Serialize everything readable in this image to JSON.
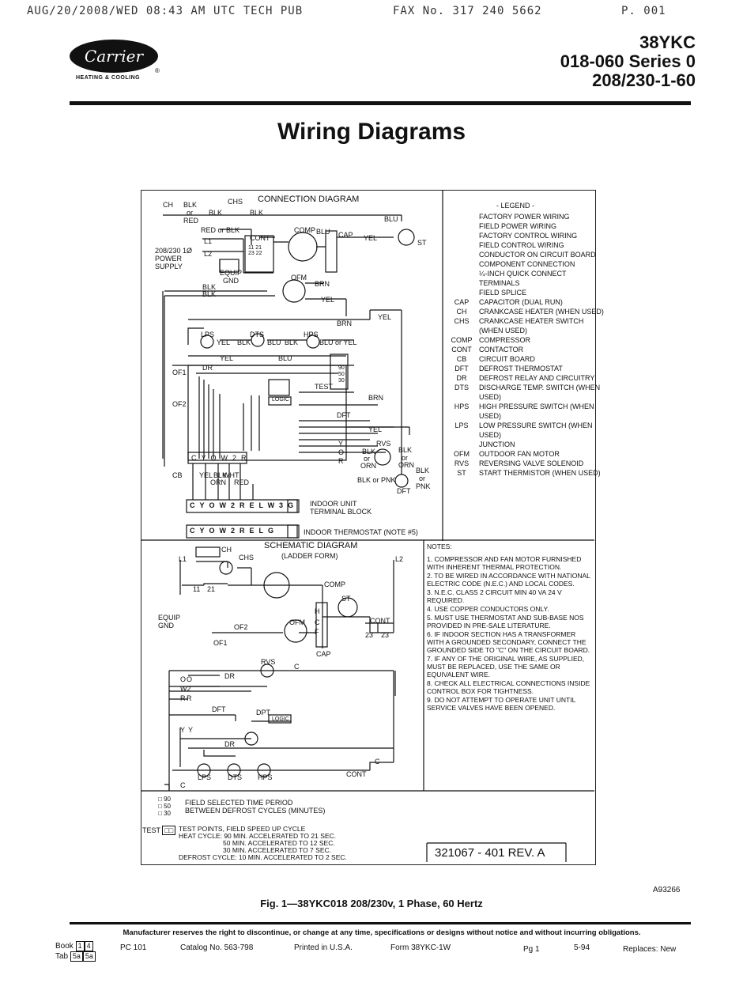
{
  "fax_header": {
    "date": "AUG/20/2008/WED 08:43 AM",
    "sender": "UTC TECH PUB",
    "fax_no": "FAX No. 317 240 5662",
    "page": "P. 001"
  },
  "brand": {
    "logo_text": "Carrier",
    "registered": "®",
    "tagline": "HEATING & COOLING"
  },
  "model": {
    "line1": "38YKC",
    "line2": "018-060 Series 0",
    "line3": "208/230-1-60"
  },
  "title": "Wiring Diagrams",
  "connection_diagram": {
    "heading": "CONNECTION DIAGRAM",
    "power_supply": [
      "208/230 1Ø",
      "POWER",
      "SUPPLY"
    ],
    "labels": [
      "CH",
      "BLK",
      "or",
      "RED",
      "CHS",
      "BLK",
      "BLK",
      "RED or BLK",
      "BLU",
      "L1",
      "L2",
      "CONT",
      "COMP",
      "BLU",
      "CAP",
      "YEL",
      "ST",
      "EQUIP",
      "GND",
      "BLK",
      "BLK",
      "OFM",
      "BRN",
      "YEL",
      "LPS",
      "DTS",
      "HPS",
      "YEL",
      "BLK",
      "BLU",
      "BLK",
      "BLU or YEL",
      "YEL",
      "BLU",
      "BRN",
      "YEL",
      "DR",
      "OF1",
      "OF2",
      "TEST",
      "LOGIC",
      "BRN",
      "DFT",
      "YEL",
      "RVS",
      "BLK",
      "or",
      "ORN",
      "BLK",
      "or",
      "ORN",
      "BLK or PNK",
      "BLK",
      "or",
      "PNK",
      "DFT",
      "CB",
      "YEL",
      "BLK",
      "WHT",
      "ORN",
      "RED"
    ],
    "terminals": [
      "C",
      "Y",
      "O",
      "W2",
      "R"
    ],
    "terminal_block_row1": [
      "C",
      "Y",
      "O",
      "W2",
      "R",
      "E",
      "L",
      "W3",
      "G"
    ],
    "terminal_block_row2": [
      "C",
      "Y",
      "O",
      "W2",
      "R",
      "E",
      "L",
      "G"
    ],
    "indoor_terminal_label": [
      "INDOOR UNIT",
      "TERMINAL BLOCK"
    ],
    "indoor_thermostat_label": "INDOOR THERMOSTAT (NOTE #5)",
    "timer_settings": [
      "90",
      "50",
      "30"
    ],
    "nums": [
      "11",
      "21",
      "23",
      "22"
    ]
  },
  "legend": {
    "title": "- LEGEND -",
    "items": [
      {
        "code": "",
        "text": "FACTORY POWER WIRING"
      },
      {
        "code": "",
        "text": "FIELD POWER WIRING"
      },
      {
        "code": "",
        "text": "FACTORY CONTROL WIRING"
      },
      {
        "code": "",
        "text": "FIELD CONTROL WIRING"
      },
      {
        "code": "",
        "text": "CONDUCTOR ON CIRCUIT BOARD"
      },
      {
        "code": "",
        "text": "COMPONENT CONNECTION"
      },
      {
        "code": "",
        "text": "¼-INCH QUICK CONNECT TERMINALS"
      },
      {
        "code": "",
        "text": "FIELD SPLICE"
      },
      {
        "code": "CAP",
        "text": "CAPACITOR (DUAL RUN)"
      },
      {
        "code": "CH",
        "text": "CRANKCASE HEATER (WHEN USED)"
      },
      {
        "code": "CHS",
        "text": "CRANKCASE HEATER SWITCH (WHEN USED)"
      },
      {
        "code": "COMP",
        "text": "COMPRESSOR"
      },
      {
        "code": "CONT",
        "text": "CONTACTOR"
      },
      {
        "code": "CB",
        "text": "CIRCUIT BOARD"
      },
      {
        "code": "DFT",
        "text": "DEFROST THERMOSTAT"
      },
      {
        "code": "DR",
        "text": "DEFROST RELAY AND CIRCUITRY"
      },
      {
        "code": "DTS",
        "text": "DISCHARGE TEMP. SWITCH (WHEN USED)"
      },
      {
        "code": "HPS",
        "text": "HIGH PRESSURE SWITCH (WHEN USED)"
      },
      {
        "code": "LPS",
        "text": "LOW PRESSURE SWITCH (WHEN USED)"
      },
      {
        "code": "",
        "text": "JUNCTION"
      },
      {
        "code": "OFM",
        "text": "OUTDOOR FAN MOTOR"
      },
      {
        "code": "RVS",
        "text": "REVERSING VALVE SOLENOID"
      },
      {
        "code": "ST",
        "text": "START THERMISTOR (WHEN USED)"
      }
    ]
  },
  "schematic": {
    "heading": "SCHEMATIC DIAGRAM",
    "subheading": "(LADDER FORM)",
    "labels": [
      "L1",
      "CH",
      "CHS",
      "L2",
      "11",
      "21",
      "COMP",
      "EQUIP",
      "GND",
      "H",
      "F",
      "ST",
      "C",
      "CONT",
      "23",
      "23",
      "OFM",
      "OF1",
      "OF2",
      "CAP",
      "RVS",
      "C",
      "O",
      "O",
      "DR",
      "W2",
      "R",
      "R",
      "DFT",
      "DPT",
      "LOGIC",
      "Y",
      "Y",
      "DR",
      "C",
      "LPS",
      "DTS",
      "HPS",
      "CONT",
      "C"
    ]
  },
  "notes": {
    "title": "NOTES:",
    "items": [
      "1. COMPRESSOR AND FAN MOTOR FURNISHED WITH INHERENT THERMAL PROTECTION.",
      "2. TO BE WIRED IN ACCORDANCE WITH NATIONAL ELECTRIC CODE (N.E.C.) AND LOCAL CODES.",
      "3. N.E.C. CLASS 2 CIRCUIT MIN 40 VA 24 V REQUIRED.",
      "4. USE COPPER CONDUCTORS ONLY.",
      "5. MUST USE THERMOSTAT AND SUB-BASE NOS PROVIDED IN PRE-SALE LITERATURE.",
      "6. IF INDOOR SECTION HAS A TRANSFORMER WITH A GROUNDED SECONDARY, CONNECT THE GROUNDED SIDE TO \"C\" ON THE CIRCUIT BOARD.",
      "7. IF ANY OF THE ORIGINAL WIRE, AS SUPPLIED, MUST BE REPLACED, USE THE SAME OR EQUIVALENT WIRE.",
      "8. CHECK ALL ELECTRICAL CONNECTIONS INSIDE CONTROL BOX FOR TIGHTNESS.",
      "9. DO NOT ATTEMPT TO OPERATE UNIT UNTIL SERVICE VALVES HAVE BEEN OPENED."
    ]
  },
  "timing": {
    "settings": [
      "90",
      "50",
      "30"
    ],
    "field_selected": [
      "FIELD SELECTED TIME PERIOD",
      "BETWEEN DEFROST CYCLES (MINUTES)"
    ],
    "test_label": "TEST",
    "test_lines": [
      "TEST POINTS, FIELD SPEED UP CYCLE",
      "HEAT CYCLE: 90 MIN. ACCELERATED TO 21 SEC.",
      "50 MIN. ACCELERATED TO 12 SEC.",
      "30 MIN. ACCELERATED TO 7 SEC.",
      "DEFROST CYCLE: 10 MIN. ACCELERATED TO 2 SEC."
    ]
  },
  "part_number": "321067 - 401  REV. A",
  "drawing_id": "A93266",
  "figure_caption": "Fig. 1—38YKC018 208/230v, 1 Phase, 60 Hertz",
  "footer": {
    "disclaimer": "Manufacturer reserves the right to discontinue, or change at any time, specifications or designs without notice and without incurring obligations.",
    "book_label": "Book",
    "book_vals": [
      "1",
      "4"
    ],
    "tab_label": "Tab",
    "tab_vals": [
      "5a",
      "5a"
    ],
    "pc": "PC 101",
    "catalog": "Catalog No. 563-798",
    "printed": "Printed in U.S.A.",
    "form": "Form 38YKC-1W",
    "pg": "Pg 1",
    "date": "5-94",
    "replaces": "Replaces: New"
  }
}
